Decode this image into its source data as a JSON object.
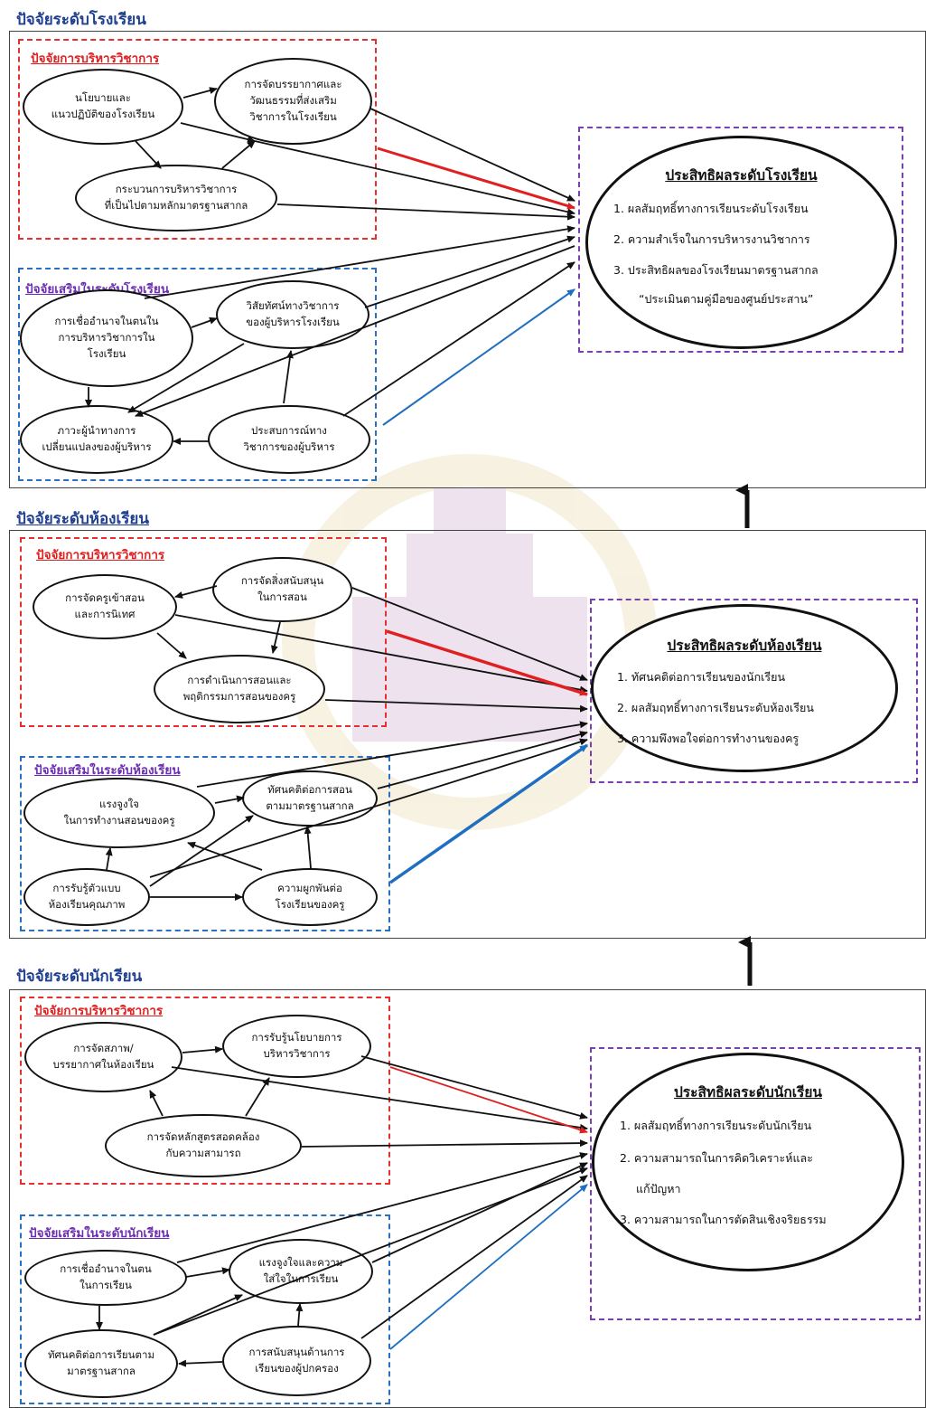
{
  "colors": {
    "red": "#e02020",
    "blue": "#1f6fc0",
    "purple": "#7a3fb0",
    "title": "#1f3f8f",
    "black": "#111111"
  },
  "school": {
    "title": "ปัจจัยระดับโรงเรียน",
    "admin_label": "ปัจจัยการบริหารวิชาการ",
    "support_label": "ปัจจัยเสริมในระดับโรงเรียน",
    "nodes": {
      "policy": "นโยบายและ\nแนวปฏิบัติของโรงเรียน",
      "atmosphere": "การจัดบรรยากาศและ\nวัฒนธรรมที่ส่งเสริม\nวิชาการในโรงเรียน",
      "process": "กระบวนการบริหารวิชาการ\nที่เป็นไปตามหลักมาตรฐานสากล",
      "decentral": "การเชื่ออำนาจในตนใน\nการบริหารวิชาการใน\nโรงเรียน",
      "vision": "วิสัยทัศน์ทางวิชาการ\nของผู้บริหารโรงเรียน",
      "leadership": "ภาวะผู้นำทางการ\nเปลี่ยนแปลงของผู้บริหาร",
      "experience": "ประสบการณ์ทาง\nวิชาการของผู้บริหาร"
    },
    "outcome": {
      "title": "ประสิทธิผลระดับโรงเรียน",
      "items": [
        "1. ผลสัมฤทธิ์ทางการเรียนระดับโรงเรียน",
        "2. ความสำเร็จในการบริหารงานวิชาการ",
        "3. ประสิทธิผลของโรงเรียนมาตรฐานสากล",
        "“ประเมินตามคู่มือของศูนย์ประสาน”"
      ]
    }
  },
  "classroom": {
    "title": "ปัจจัยระดับห้องเรียน",
    "admin_label": "ปัจจัยการบริหารวิชาการ",
    "support_label": "ปัจจัยเสริมในระดับห้องเรียน",
    "nodes": {
      "teacher_assign": "การจัดครูเข้าสอน\nและการนิเทศ",
      "teaching_support": "การจัดสิ่งสนับสนุน\nในการสอน",
      "teaching_behavior": "การดำเนินการสอนและ\nพฤติกรรมการสอนของครู",
      "motivation": "แรงจูงใจ\nในการทำงานสอนของครู",
      "attitude": "ทัศนคติต่อการสอน\nตามมาตรฐานสากล",
      "perceived_model": "การรับรู้ตัวแบบ\nห้องเรียนคุณภาพ",
      "commitment": "ความผูกพันต่อ\nโรงเรียนของครู"
    },
    "outcome": {
      "title": "ประสิทธิผลระดับห้องเรียน",
      "items": [
        "1. ทัศนคติต่อการเรียนของนักเรียน",
        "2. ผลสัมฤทธิ์ทางการเรียนระดับห้องเรียน",
        "3. ความพึงพอใจต่อการทำงานของครู"
      ]
    }
  },
  "student": {
    "title": "ปัจจัยระดับนักเรียน",
    "admin_label": "ปัจจัยการบริหารวิชาการ",
    "support_label": "ปัจจัยเสริมในระดับนักเรียน",
    "nodes": {
      "environment": "การจัดสภาพ/\nบรรยากาศในห้องเรียน",
      "policy_aware": "การรับรู้นโยบายการ\nบริหารวิชาการ",
      "curriculum": "การจัดหลักสูตรสอดคล้อง\nกับความสามารถ",
      "locus": "การเชื่ออำนาจในตน\nในการเรียน",
      "motivation": "แรงจูงใจและความ\nใส่ใจในการเรียน",
      "attitude": "ทัศนคติต่อการเรียนตาม\nมาตรฐานสากล",
      "parent_support": "การสนับสนุนด้านการ\nเรียนของผู้ปกครอง"
    },
    "outcome": {
      "title": "ประสิทธิผลระดับนักเรียน",
      "items": [
        "1. ผลสัมฤทธิ์ทางการเรียนระดับนักเรียน",
        "2. ความสามารถในการคิดวิเคราะห์และ",
        "แก้ปัญหา",
        "3. ความสามารถในการตัดสินเชิงจริยธรรม"
      ]
    }
  }
}
